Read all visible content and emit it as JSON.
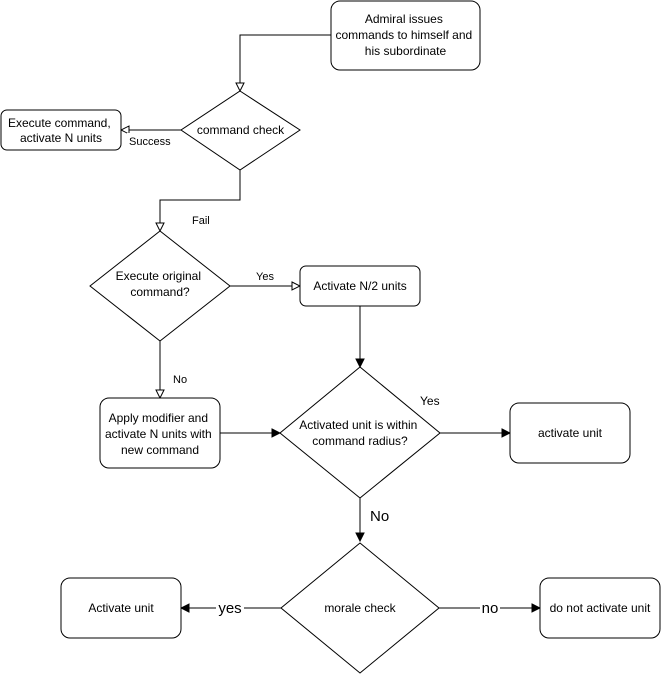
{
  "diagram": {
    "nodes": {
      "admiral": [
        "Admiral issues",
        "commands to himself and",
        "his subordinate"
      ],
      "command_check": [
        "command check"
      ],
      "execute_command": [
        "Execute command,",
        "activate N units"
      ],
      "execute_original": [
        "Execute original",
        "command?"
      ],
      "activate_half": [
        "Activate N/2 units"
      ],
      "apply_modifier": [
        "Apply modifier and",
        "activate N units with",
        "new command"
      ],
      "within_radius": [
        "Activated unit is within",
        "command radius?"
      ],
      "activate_unit_right": [
        "activate unit"
      ],
      "morale_check": [
        "morale check"
      ],
      "activate_unit_left": [
        "Activate unit"
      ],
      "do_not_activate": [
        "do not activate unit"
      ]
    },
    "edge_labels": {
      "success": "Success",
      "fail": "Fail",
      "yes_original": "Yes",
      "no_original": "No",
      "yes_radius": "Yes",
      "no_radius": "No",
      "yes_morale": "yes",
      "no_morale": "no"
    }
  },
  "colors": {
    "stroke": "#000000",
    "fill": "#ffffff",
    "text": "#000000"
  }
}
